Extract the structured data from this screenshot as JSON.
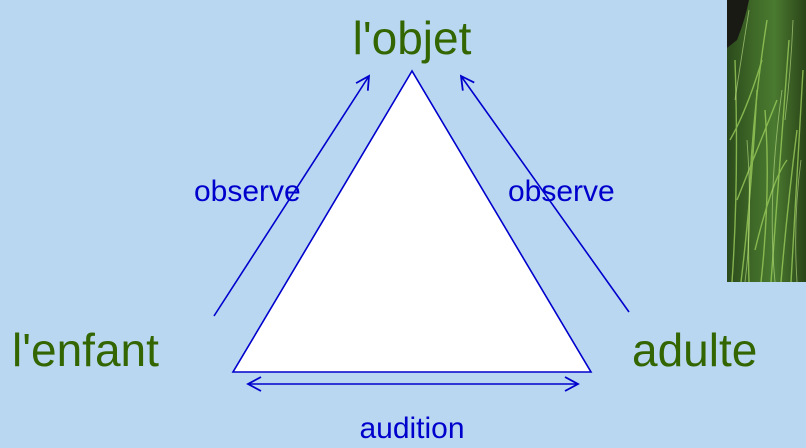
{
  "nodes": {
    "top": "l'objet",
    "left": "l'enfant",
    "right": "adulte"
  },
  "edges": {
    "left": "observe",
    "right": "observe",
    "bottom": "audition"
  },
  "colors": {
    "background": "#bad7f2",
    "node_text": "#336600",
    "arrow": "#0000cc",
    "triangle_fill": "#ffffff",
    "triangle_stroke": "#0000cc"
  }
}
